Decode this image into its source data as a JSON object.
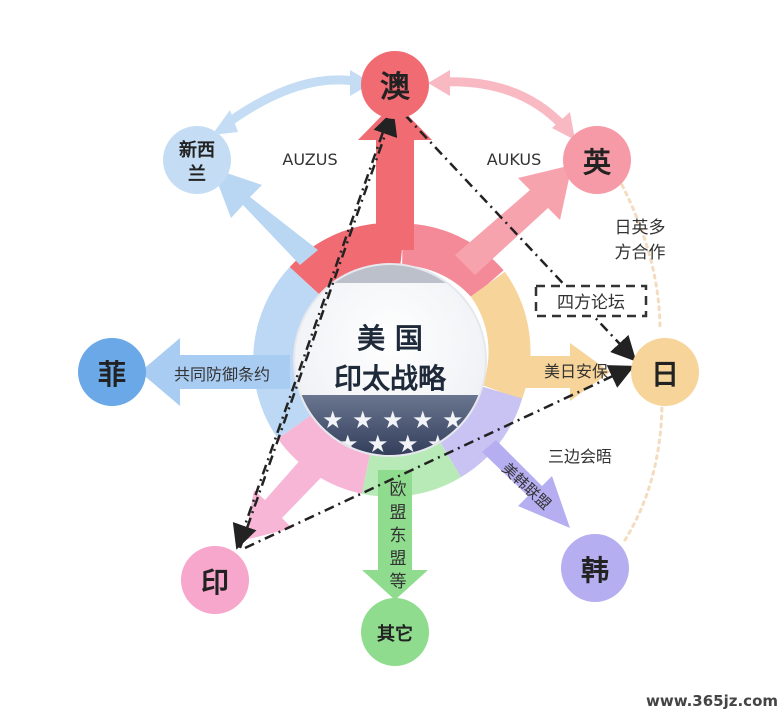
{
  "center": {
    "line1": "美 国",
    "line2": "印太战略"
  },
  "nodes": {
    "australia": "澳",
    "newzealand_line1": "新西",
    "newzealand_line2": "兰",
    "uk": "英",
    "japan": "日",
    "korea": "韩",
    "india": "印",
    "philippines": "菲",
    "other": "其它"
  },
  "links": {
    "auzus": "AUZUS",
    "aukus": "AUKUS",
    "japan_uk_line1": "日英多",
    "japan_uk_line2": "方合作",
    "quad": "四方论坛",
    "us_japan": "美日安保",
    "trilateral": "三边会晤",
    "us_korea": "美韩联盟",
    "us_philippines": "共同防御条约",
    "eu_asean": [
      "欧",
      "盟",
      "东",
      "盟",
      "等"
    ]
  },
  "watermark": "www.365jz.com",
  "colors": {
    "australia": "#f06b72",
    "uk": "#f48a98",
    "newzealand": "#a9cdf2",
    "philippines": "#6aa8e8",
    "japan": "#f6d49a",
    "korea": "#b5aef0",
    "india": "#f7a6cc",
    "other": "#8fdc8f"
  }
}
